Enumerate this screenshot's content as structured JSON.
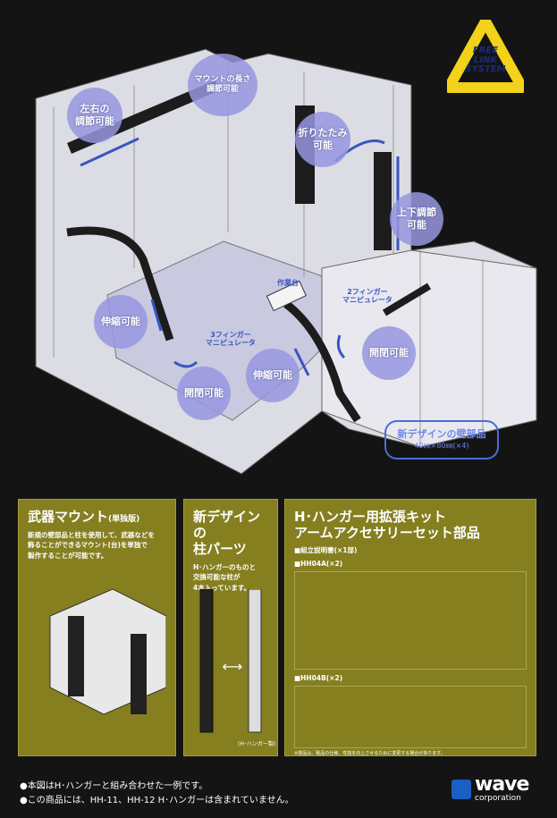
{
  "logo": {
    "line1": "FREE",
    "line2": "LINK",
    "line3": "SYSTEM",
    "color": "#f2d21a"
  },
  "diagram": {
    "bubbles": [
      "左右の\n調節可能",
      "マウントの長さ\n調節可能",
      "折りたたみ\n可能",
      "上下調節\n可能",
      "伸縮可能",
      "開閉可能",
      "伸縮可能",
      "開閉可能"
    ],
    "labels": {
      "workbench": "作業台",
      "two_finger": "2フィンガー\nマニピュレータ",
      "three_finger": "3フィンガー\nマニピュレータ"
    },
    "callout": {
      "title": "新デザインの壁部品",
      "sub": "40㎜×80㎜(×4)"
    }
  },
  "panels": {
    "weapon_mount": {
      "title": "武器マウント",
      "title_note": "(単独版)",
      "desc": "新規の壁部品と柱を使用して、武器などを\n飾ることができるマウント(台)を単独で\n製作することが可能です。"
    },
    "pillar": {
      "title": "新デザインの\n柱パーツ",
      "desc": "H･ハンガーのものと\n交換可能な柱が\n4本入っています。",
      "caption": "(H･ハンガー製)"
    },
    "kit": {
      "title": "H･ハンガー用拡張キット\nアームアクセサリーセット部品",
      "items": [
        "■組立説明書(×1部)",
        "■HH04A(×2)",
        "■HH04B(×2)"
      ],
      "footnote": "※部品は、製品の仕様、性能を向上させるために変更する場合があります。"
    }
  },
  "footer": {
    "notes": [
      "●本図はH･ハンガーと組み合わせた一例です。",
      "●この商品には、HH-11、HH-12 H･ハンガーは含まれていません。"
    ],
    "brand": "wave",
    "brand_sub": "corporation"
  }
}
